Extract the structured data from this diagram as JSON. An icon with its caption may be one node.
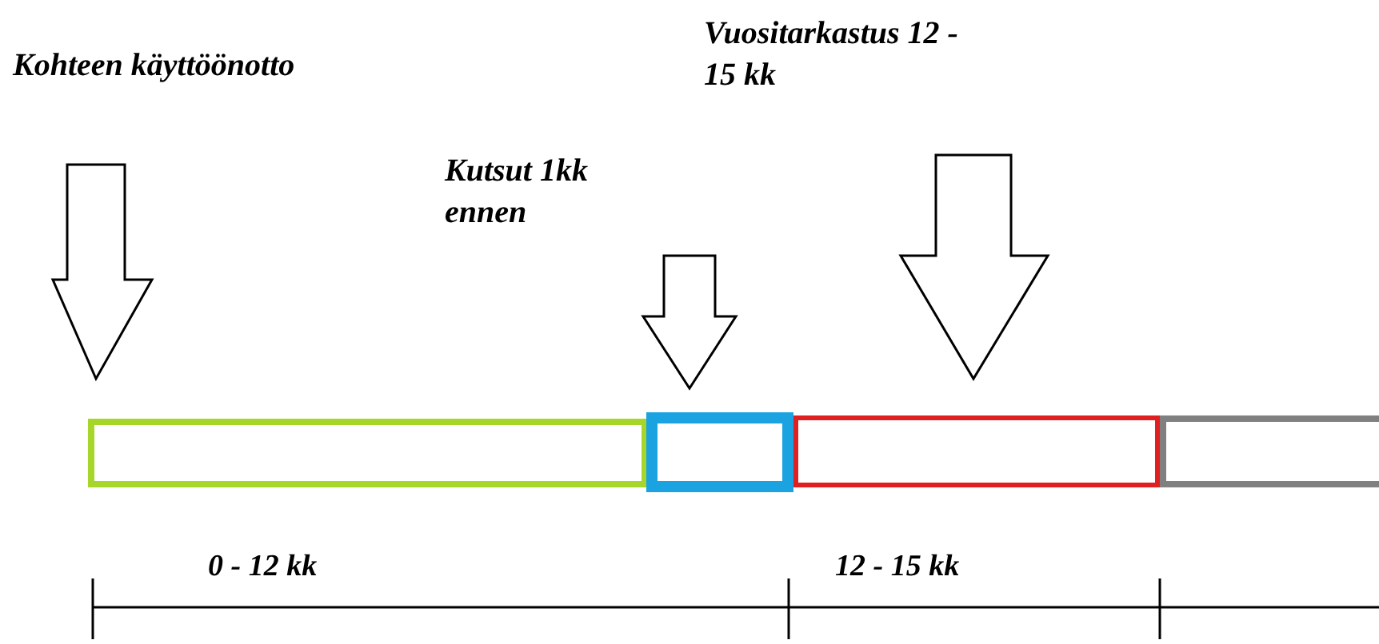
{
  "diagram": {
    "nodes": [
      {
        "text": [
          "Kohteen käyttöönotto"
        ]
      },
      {
        "text": [
          "Kutsut 1kk ennen"
        ]
      },
      {
        "text": [
          "Vuositarkastus 12 - 15 kk"
        ]
      },
      {
        "text": [],
        "shape": "box"
      },
      {
        "text": [],
        "shape": "box"
      },
      {
        "text": [],
        "shape": "box"
      },
      {
        "text": [],
        "shape": "box"
      }
    ],
    "edges": [
      {
        "from": 0,
        "to": 3,
        "arrow": "to"
      },
      {
        "from": 1,
        "to": 4,
        "arrow": "to"
      },
      {
        "from": 2,
        "to": 5,
        "arrow": "to"
      }
    ],
    "labels": [
      "0 - 12 kk",
      "12 - 15 kk"
    ]
  }
}
